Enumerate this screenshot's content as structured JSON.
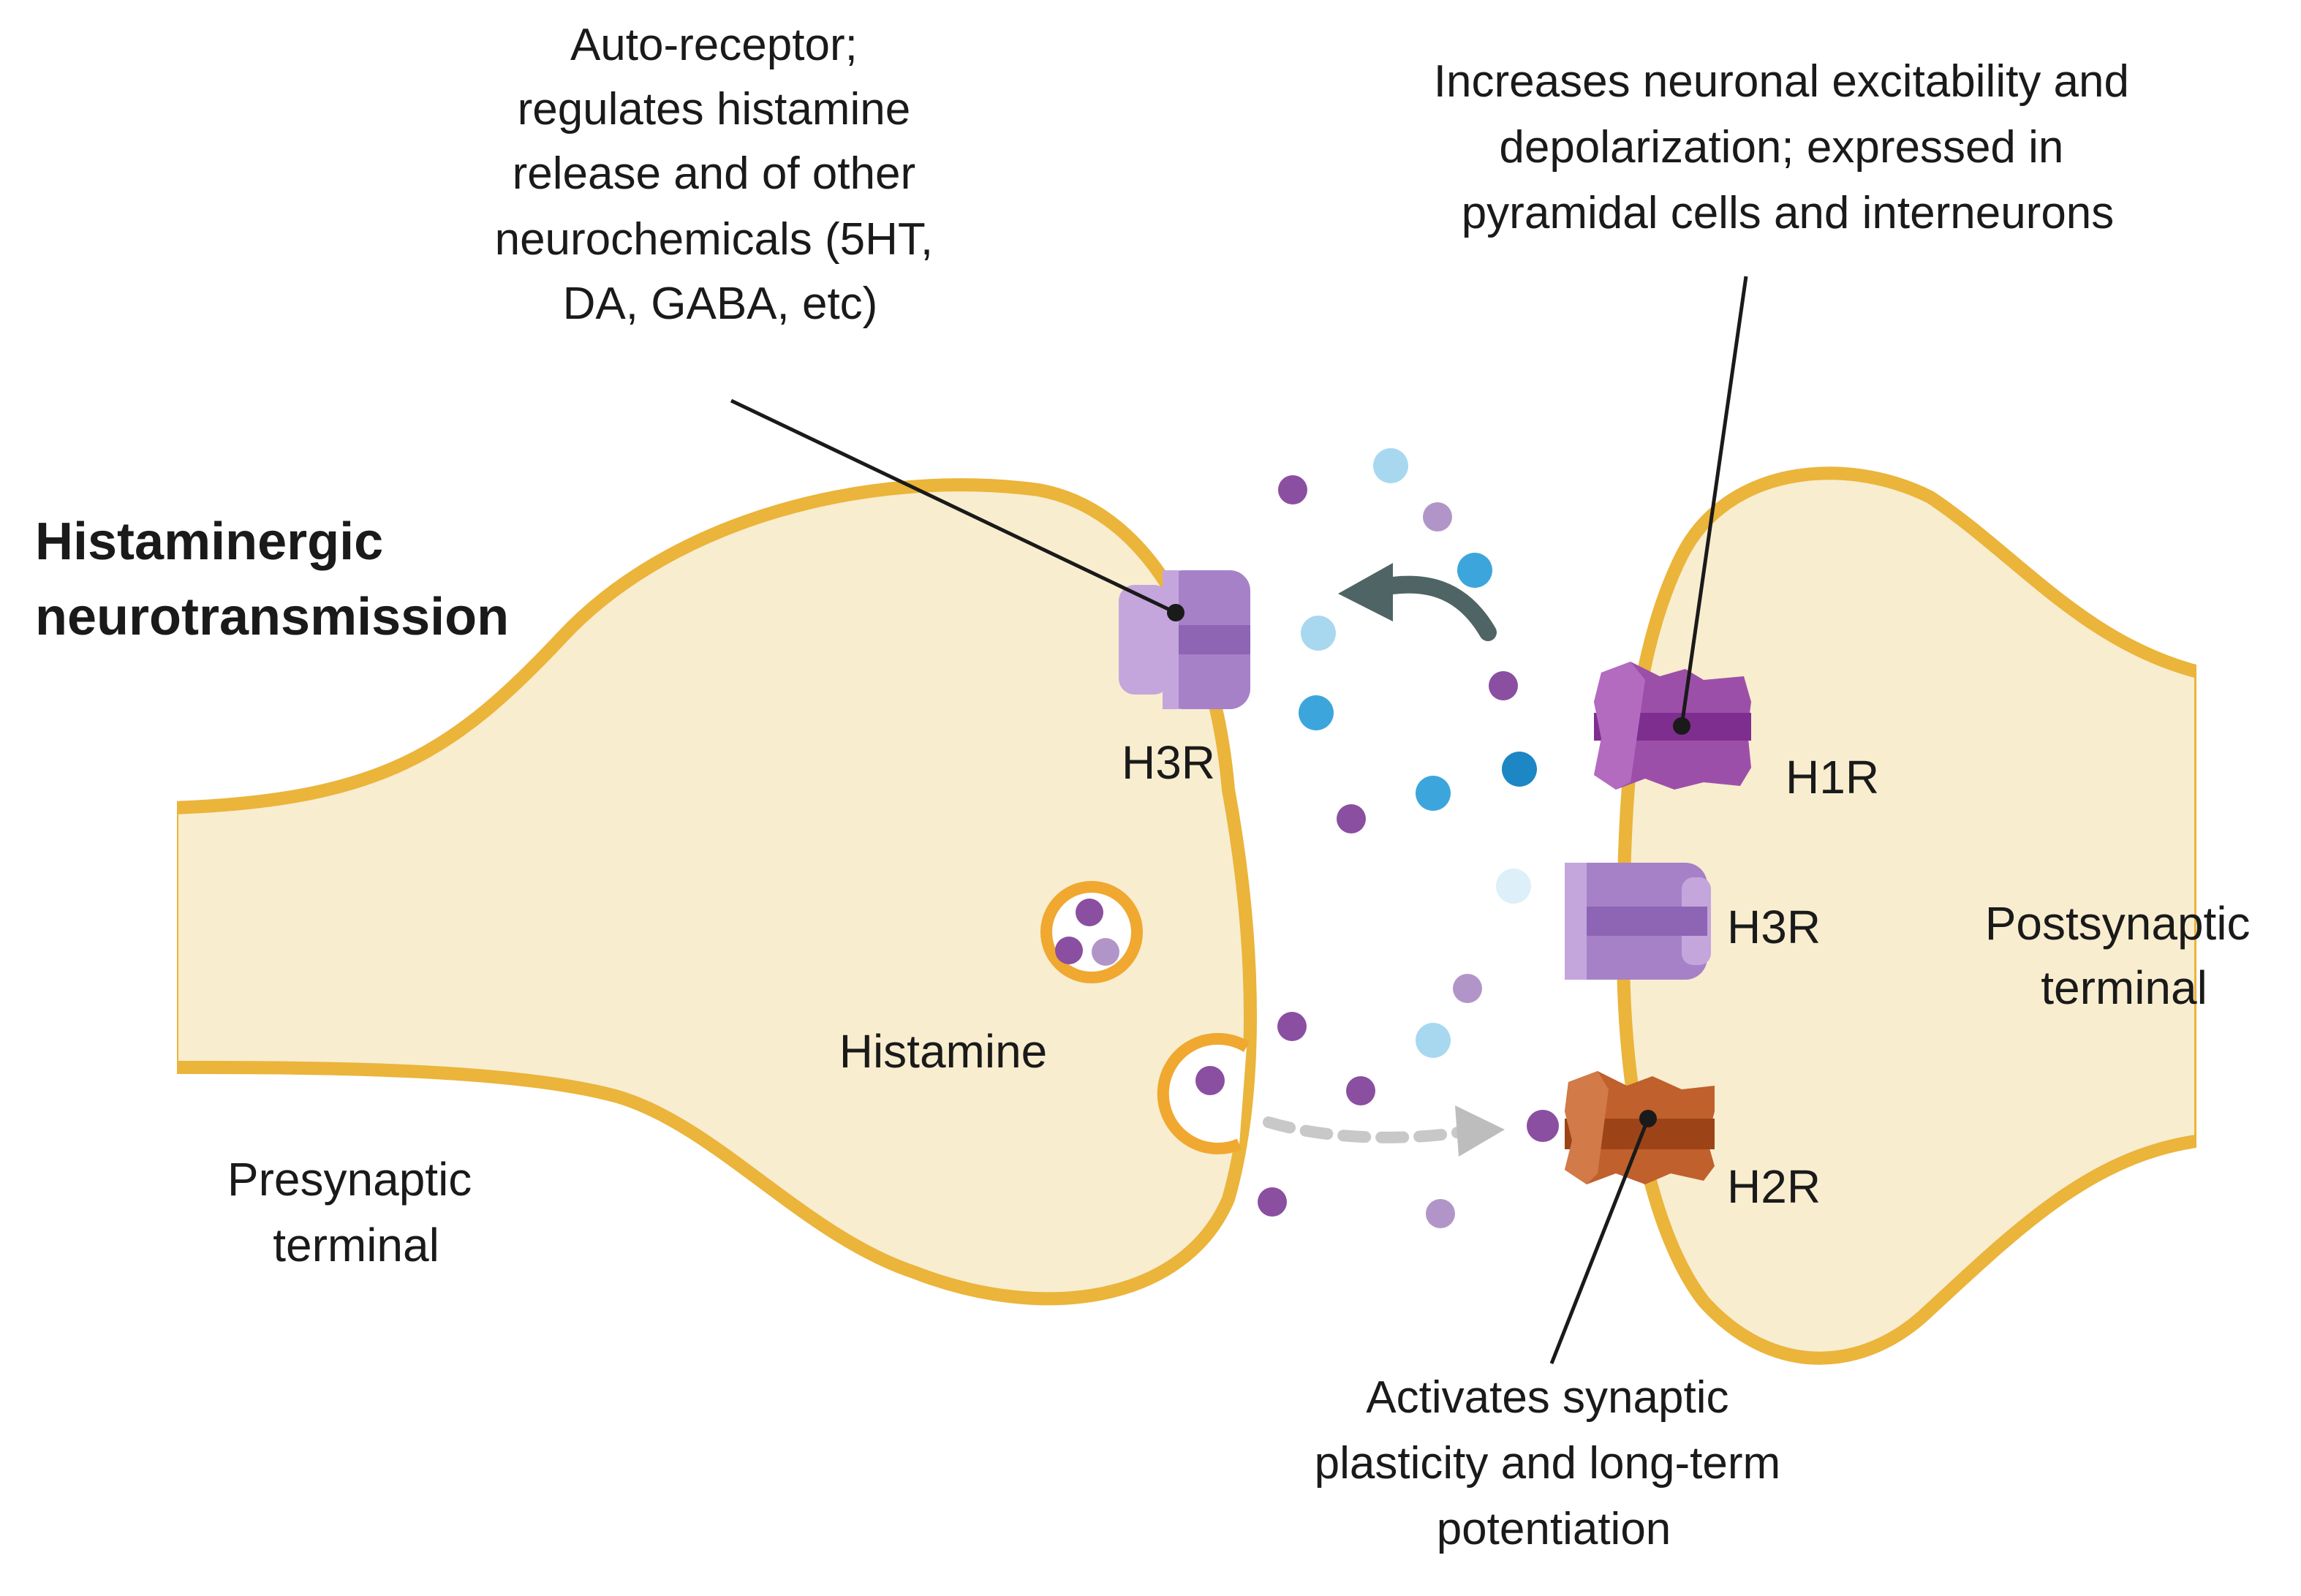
{
  "title_lines": [
    "Histaminergic",
    "neurotransmission"
  ],
  "labels": {
    "presynaptic": [
      "Presynaptic",
      "terminal"
    ],
    "postsynaptic": [
      "Postsynaptic",
      "terminal"
    ],
    "histamine": "Histamine",
    "h3r_pre": "H3R",
    "h1r": "H1R",
    "h3r_post": "H3R",
    "h2r": "H2R"
  },
  "annotations": {
    "h3r_auto": [
      "Auto-receptor;",
      "regulates histamine",
      "release and of other",
      "neurochemicals (5HT,",
      "DA, GABA, etc)"
    ],
    "h1r_effect": [
      "Increases neuronal excitability and",
      "depolarization; expressed in",
      "pyramidal cells and interneurons"
    ],
    "h2r_effect": [
      "Activates synaptic",
      "plasticity and long-term",
      "potentiation"
    ]
  },
  "colors": {
    "membrane": "#EBB43A",
    "cytoplasm": "#F8EDCF",
    "vesicle_ring": "#F0A830",
    "histamine_purple": "#8A4FA0",
    "histamine_light_purple": "#B295C8",
    "blue_molecule": "#3CA6DC",
    "light_blue_molecule": "#A8D8F0",
    "h3r_receptor": "#A681C8",
    "h1r_receptor": "#9C4FA8",
    "h2r_receptor": "#C0602C",
    "reuptake_arrow": "#4F6464",
    "release_arrow": "#BDBDBD"
  }
}
